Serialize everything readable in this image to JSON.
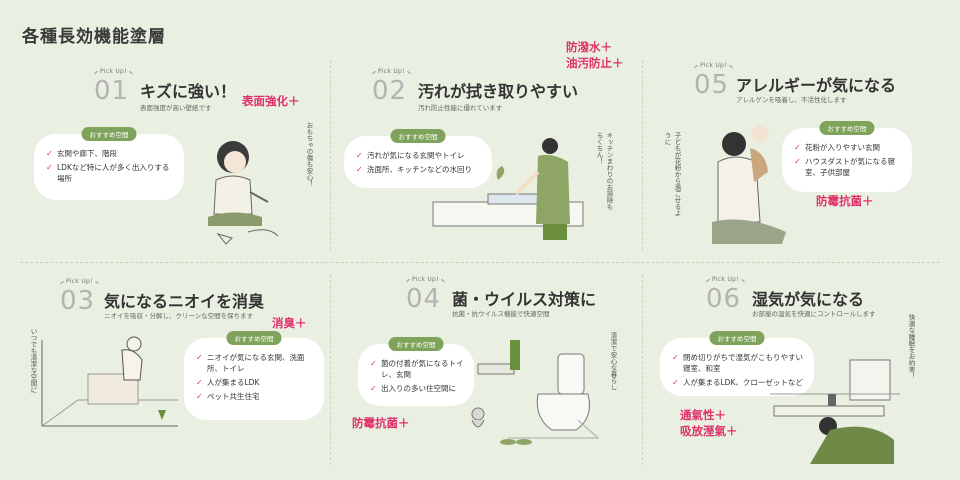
{
  "page": {
    "title": "各種長効機能塗層"
  },
  "panels": [
    {
      "pickup": "Pick Up!",
      "number": "01",
      "title": "キズに強い！",
      "subtitle": "表面強度が高い壁紙です",
      "tags": [
        "表面強化＋"
      ],
      "badge": "おすすめ空間",
      "items": [
        "玄関や廊下、階段",
        "LDKなど特に人が多く出入りする場所"
      ],
      "handnote": "おもちゃの傷も安心！"
    },
    {
      "pickup": "Pick Up!",
      "number": "02",
      "title": "汚れが拭き取りやすい",
      "subtitle": "汚れ防止性能に優れています",
      "tags": [
        "防潑水＋",
        "油汚防止＋"
      ],
      "badge": "おすすめ空間",
      "items": [
        "汚れが気になる玄関やトイレ",
        "洗面所、キッチンなどの水回り"
      ],
      "handnote": "キッチンまわりのお掃除もらくちん！"
    },
    {
      "pickup": "Pick Up!",
      "number": "05",
      "title": "アレルギーが気になる",
      "subtitle": "アレルゲンを吸着し、不活性化します",
      "tags": [
        "防霉抗菌＋"
      ],
      "badge": "おすすめ空間",
      "items": [
        "花粉が入りやすい玄関",
        "ハウスダストが気になる寝室、子供部屋"
      ],
      "handnote": "子どもが花粉から過ごせるように"
    },
    {
      "pickup": "Pick Up!",
      "number": "03",
      "title": "気になるニオイを消臭",
      "subtitle": "ニオイを吸収・分解し、クリーンな空間を保ちます",
      "tags": [
        "消臭＋"
      ],
      "badge": "おすすめ空間",
      "items": [
        "ニオイが気になる玄関、洗面所、トイレ",
        "人が集まるLDK",
        "ペット共生住宅"
      ],
      "handnote": "いつでも清潔な空間に"
    },
    {
      "pickup": "Pick Up!",
      "number": "04",
      "title": "菌・ウイルス対策に",
      "subtitle": "抗菌・抗ウイルス機能で快適空間",
      "tags": [
        "防霉抗菌＋"
      ],
      "badge": "おすすめ空間",
      "items": [
        "菌の付着が気になるトイレ、玄関",
        "出入りの多い住空間に"
      ],
      "handnote": "清潔で安心な暮らし"
    },
    {
      "pickup": "Pick Up!",
      "number": "06",
      "title": "湿気が気になる",
      "subtitle": "お部屋の湿気を快適にコントロールします",
      "tags": [
        "通氣性＋",
        "吸放溼氣＋"
      ],
      "badge": "おすすめ空間",
      "items": [
        "閉め切りがちで湿気がこもりやすい寝室、和室",
        "人が集まるLDK、クローゼットなど"
      ],
      "handnote": "快適な睡眠をお約束！"
    }
  ],
  "colors": {
    "background": "#e9efe1",
    "accent": "#e0306a",
    "badge": "#7fa35a",
    "number": "#b3b3b3"
  }
}
